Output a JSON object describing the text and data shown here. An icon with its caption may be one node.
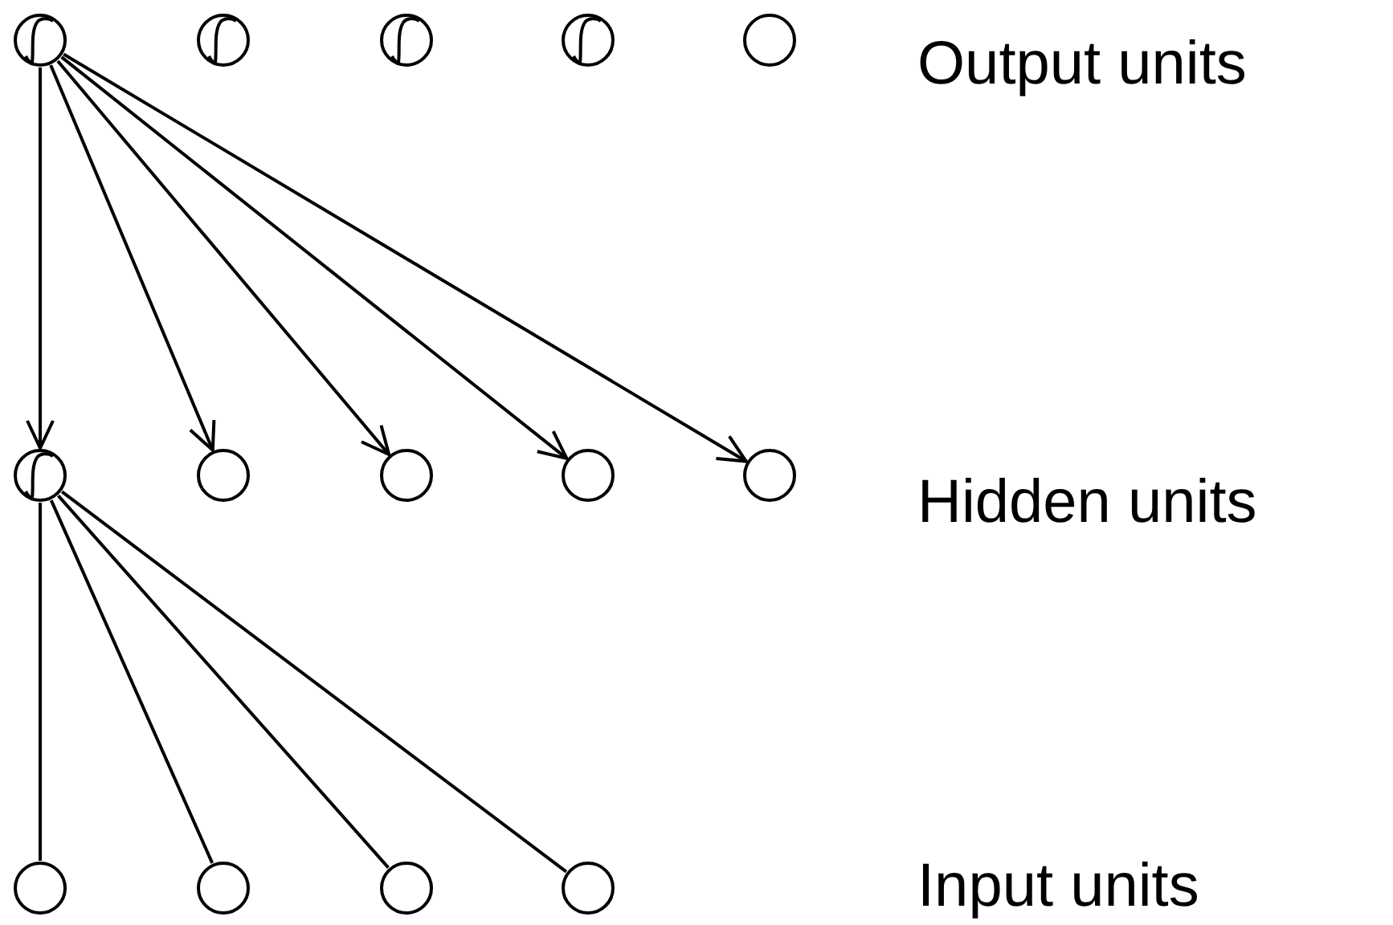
{
  "diagram": {
    "nodes": [
      {
        "text": [],
        "shape": "sigmoid"
      },
      {
        "text": [],
        "shape": "sigmoid"
      },
      {
        "text": [],
        "shape": "sigmoid"
      },
      {
        "text": [],
        "shape": "sigmoid"
      },
      {
        "text": [],
        "shape": "circle"
      },
      {
        "text": [],
        "shape": "sigmoid"
      },
      {
        "text": [],
        "shape": "circle"
      },
      {
        "text": [],
        "shape": "circle"
      },
      {
        "text": [],
        "shape": "circle"
      },
      {
        "text": [],
        "shape": "circle"
      },
      {
        "text": [],
        "shape": "circle"
      },
      {
        "text": [],
        "shape": "circle"
      },
      {
        "text": [],
        "shape": "circle"
      },
      {
        "text": [],
        "shape": "circle"
      }
    ],
    "edges": [
      {
        "from": 0,
        "to": 5,
        "arrow": "to"
      },
      {
        "from": 0,
        "to": 6,
        "arrow": "to"
      },
      {
        "from": 0,
        "to": 7,
        "arrow": "to"
      },
      {
        "from": 0,
        "to": 8,
        "arrow": "to"
      },
      {
        "from": 0,
        "to": 9,
        "arrow": "to"
      },
      {
        "from": 5,
        "to": 10,
        "arrow": "none"
      },
      {
        "from": 5,
        "to": 11,
        "arrow": "none"
      },
      {
        "from": 5,
        "to": 12,
        "arrow": "none"
      },
      {
        "from": 5,
        "to": 13,
        "arrow": "none"
      }
    ],
    "labels": [
      "Output units",
      "Hidden units",
      "Input units"
    ]
  }
}
